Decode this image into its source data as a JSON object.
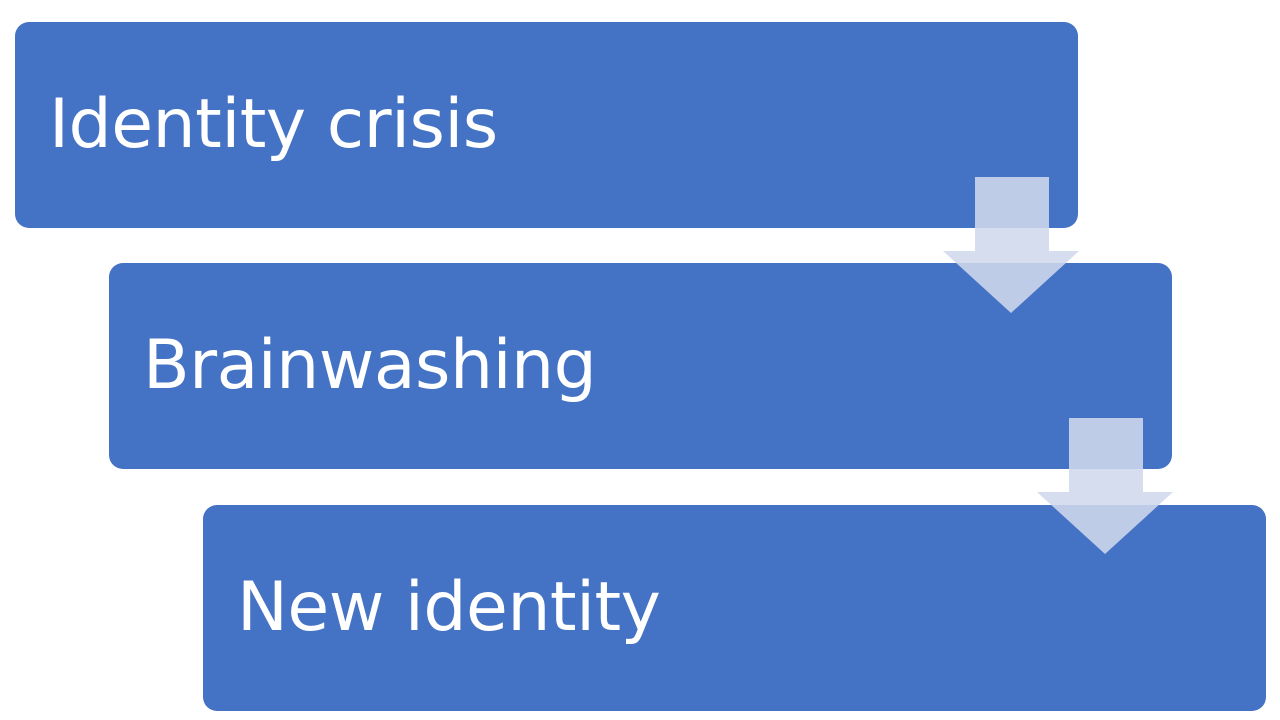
{
  "diagram": {
    "steps": [
      {
        "label": "Identity crisis"
      },
      {
        "label": "Brainwashing"
      },
      {
        "label": "New identity"
      }
    ],
    "colors": {
      "box_fill": "#4472c4",
      "box_text": "#ffffff",
      "arrow_fill": "#d0d8ec"
    }
  }
}
